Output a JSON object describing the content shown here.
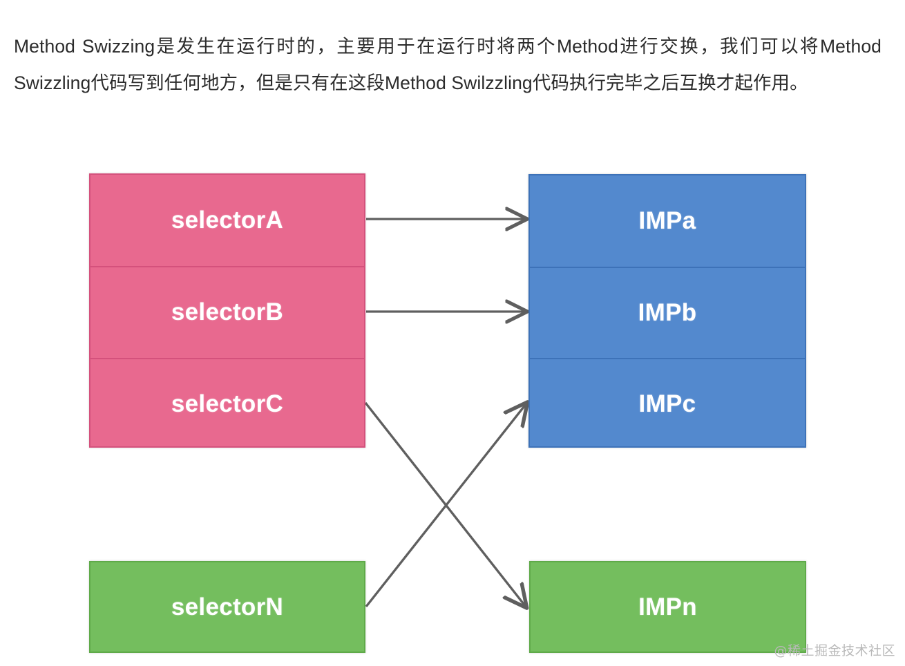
{
  "article": {
    "paragraph": "Method Swizzing是发生在运行时的，主要用于在运行时将两个Method进行交换，我们可以将Method Swizzling代码写到任何地方，但是只有在这段Method Swilzzling代码执行完毕之后互换才起作用。"
  },
  "diagram": {
    "selector_group": {
      "color": "#e8698f",
      "border_color": "#d4517c",
      "rows": [
        {
          "label": "selectorA"
        },
        {
          "label": "selectorB"
        },
        {
          "label": "selectorC"
        }
      ]
    },
    "imp_group": {
      "color": "#5389ce",
      "border_color": "#3d72b8",
      "rows": [
        {
          "label": "IMPa"
        },
        {
          "label": "IMPb"
        },
        {
          "label": "IMPc"
        }
      ]
    },
    "extra_nodes": [
      {
        "label": "selectorN",
        "color": "#74be5e",
        "border_color": "#5faa49"
      },
      {
        "label": "IMPn",
        "color": "#74be5e",
        "border_color": "#5faa49"
      }
    ],
    "edges": [
      {
        "from": "selectorA",
        "to": "IMPa",
        "kind": "straight"
      },
      {
        "from": "selectorB",
        "to": "IMPb",
        "kind": "straight"
      },
      {
        "from": "selectorC",
        "to": "IMPn",
        "kind": "crossing"
      },
      {
        "from": "selectorN",
        "to": "IMPc",
        "kind": "crossing"
      }
    ],
    "edge_color": "#5f5f5f"
  },
  "watermark": {
    "text": "@稀土掘金技术社区"
  }
}
